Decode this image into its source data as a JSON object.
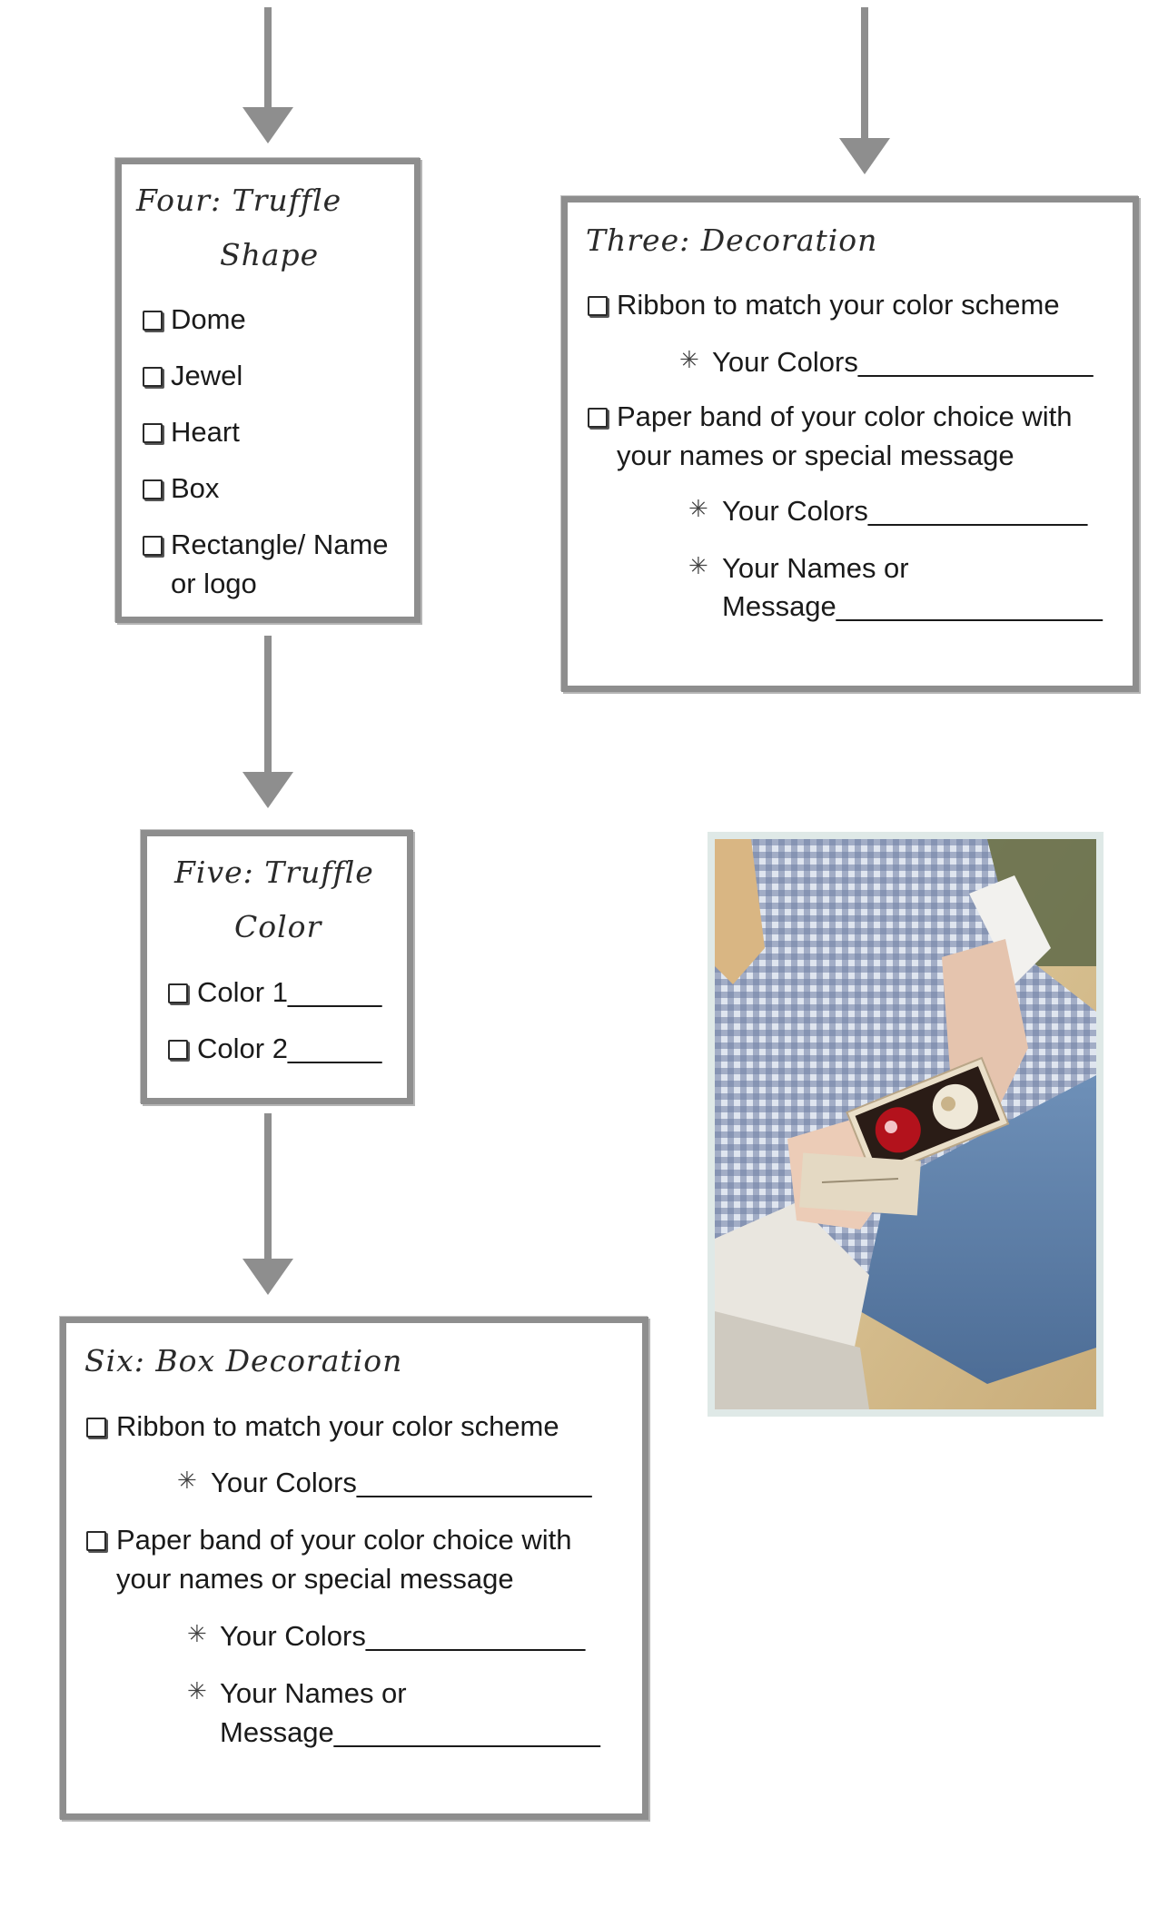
{
  "box_four": {
    "title_line1": "Four: Truffle",
    "title_line2": "Shape",
    "options": [
      "Dome",
      "Jewel",
      "Heart",
      "Box"
    ],
    "option_last_line1": "Rectangle/ Name",
    "option_last_line2": "or logo"
  },
  "box_three": {
    "title": "Three: Decoration",
    "ribbon": "Ribbon to match your color scheme",
    "ribbon_colors": "Your Colors_______________",
    "band_line1": "Paper band of your color choice with",
    "band_line2": "your names or special message",
    "band_colors": "Your Colors______________",
    "band_names_line1": "Your Names or",
    "band_names_line2": "Message_________________"
  },
  "box_five": {
    "title_line1": "Five: Truffle",
    "title_line2": "Color",
    "color1": "Color 1______",
    "color2": "Color 2______"
  },
  "box_six": {
    "title": "Six: Box Decoration",
    "ribbon": "Ribbon to match your color scheme",
    "ribbon_colors": "Your Colors_______________",
    "band_line1": "Paper band of your color choice with",
    "band_line2": "your names or special message",
    "band_colors": "Your Colors______________",
    "band_names_line1": "Your Names or",
    "band_names_line2": "Message_________________"
  },
  "colors": {
    "frame_gray": "#8e8e8e",
    "arrow_gray": "#8e8e8e",
    "photo_border": "#dfe9e7"
  },
  "icons": {
    "checkbox": "checkbox-icon",
    "bullet": "asterisk-icon",
    "connector": "down-arrow-icon"
  }
}
